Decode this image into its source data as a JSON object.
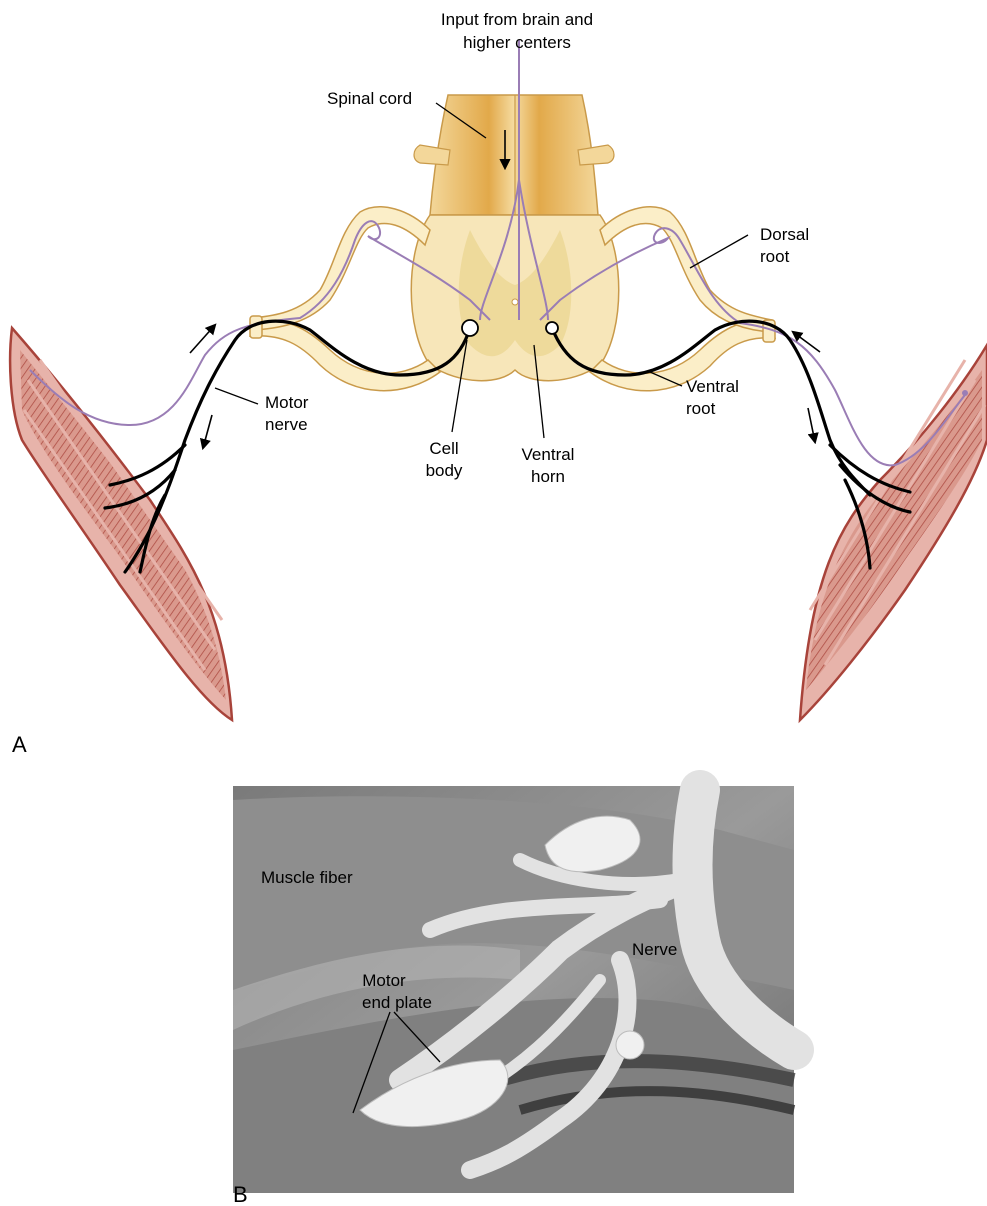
{
  "panel_a": {
    "letter": "A",
    "labels": {
      "input_line1": "Input from brain and",
      "input_line2": "higher centers",
      "spinal_cord": "Spinal cord",
      "dorsal_root_line1": "Dorsal",
      "dorsal_root_line2": "root",
      "motor_nerve_line1": "Motor",
      "motor_nerve_line2": "nerve",
      "cell_body_line1": "Cell",
      "cell_body_line2": "body",
      "ventral_horn_line1": "Ventral",
      "ventral_horn_line2": "horn",
      "ventral_root_line1": "Ventral",
      "ventral_root_line2": "root"
    },
    "colors": {
      "cord_fill": "#f7e3b0",
      "cord_shade": "#e0a640",
      "cord_outline": "#c99a4a",
      "gray_matter": "#faf0cf",
      "muscle_fill": "#d9968a",
      "muscle_outline": "#a8433a",
      "striation": "#a8433a",
      "motor_axon": "#000000",
      "sensory_axon": "#9a7db5"
    }
  },
  "panel_b": {
    "letter": "B",
    "labels": {
      "muscle_fiber": "Muscle fiber",
      "nerve": "Nerve",
      "motor_end_plate_line1": "Motor",
      "motor_end_plate_line2": "end plate"
    }
  }
}
